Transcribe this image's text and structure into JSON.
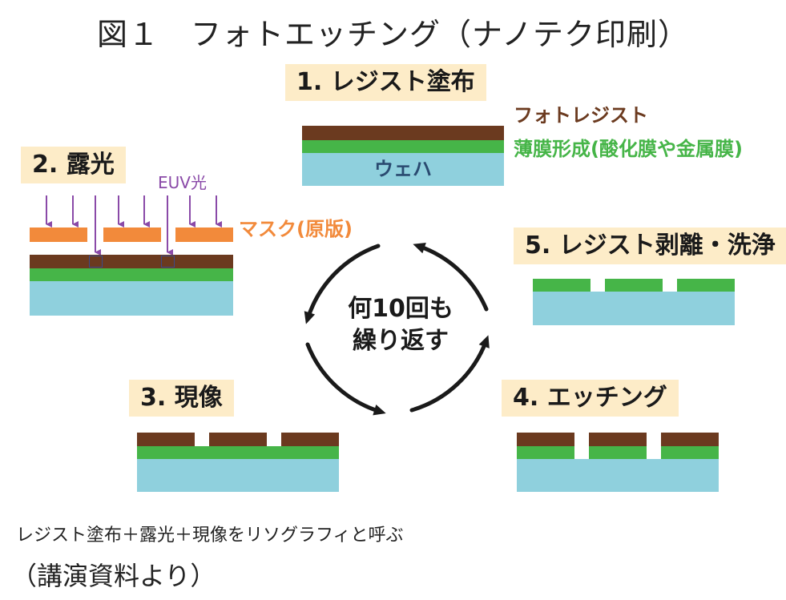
{
  "title": "図１　フォトエッチング（ナノテク印刷）",
  "steps": {
    "s1": "1. レジスト塗布",
    "s2": "2. 露光",
    "s3": "3. 現像",
    "s4": "4. エッチング",
    "s5": "5. レジスト剥離・洗浄"
  },
  "labels": {
    "photoresist": "フォトレジスト",
    "thin_film": "薄膜形成(酸化膜や金属膜)",
    "wafer": "ウェハ",
    "euv": "EUV光",
    "mask": "マスク(原版)"
  },
  "cycle": {
    "line1": "何10回も",
    "line2": "繰り返す"
  },
  "note": "レジスト塗布＋露光＋現像をリソグラフィと呼ぶ",
  "source": "（講演資料より）",
  "colors": {
    "resist": "#6b3a1f",
    "film": "#46b548",
    "wafer": "#8fd0dd",
    "mask": "#f28a3b",
    "euv": "#8a4aa8",
    "step_bg": "#fdecc8"
  }
}
